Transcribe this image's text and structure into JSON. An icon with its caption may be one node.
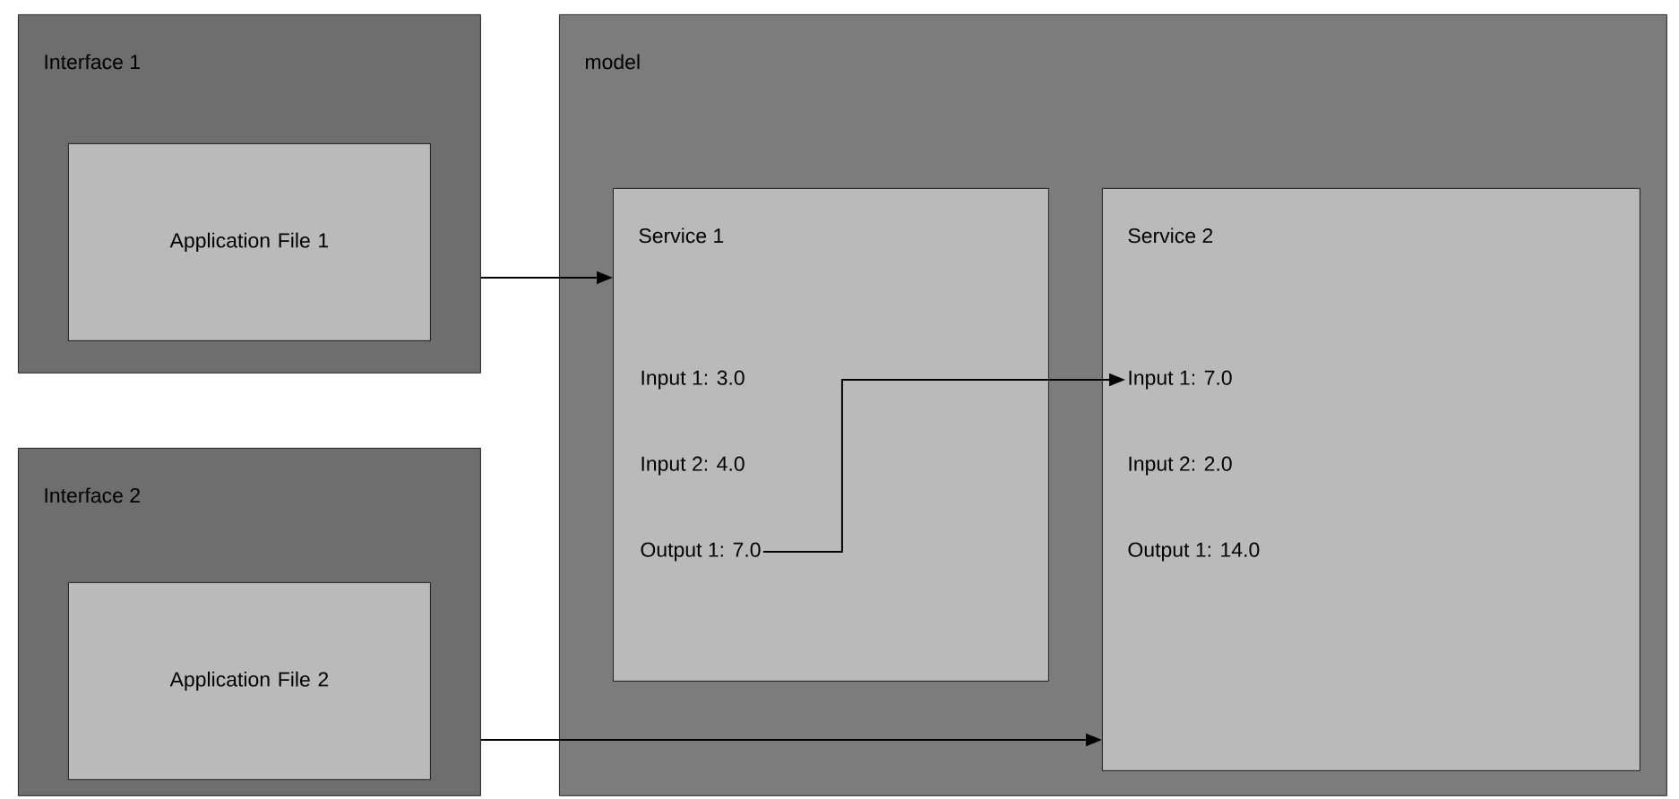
{
  "diagram": {
    "nodes": [
      {
        "text": [
          "Interface 1"
        ]
      },
      {
        "text": [
          "Application File 1"
        ],
        "in": 0
      },
      {
        "text": [
          "Interface 2"
        ]
      },
      {
        "text": [
          "Application File 2"
        ],
        "in": 2
      },
      {
        "text": [
          "model"
        ]
      },
      {
        "text": [
          "Service 1"
        ],
        "in": 4
      },
      {
        "text": [
          "Input 1:  3.0"
        ],
        "in": 5
      },
      {
        "text": [
          "Input 2:  4.0"
        ],
        "in": 5
      },
      {
        "text": [
          "Output 1:  7.0"
        ],
        "in": 5
      },
      {
        "text": [
          "Service 2"
        ],
        "in": 4
      },
      {
        "text": [
          "Input 1:  7.0"
        ],
        "in": 9
      },
      {
        "text": [
          "Input 2:  2.0"
        ],
        "in": 9
      },
      {
        "text": [
          "Output 1:  14.0"
        ],
        "in": 9
      }
    ],
    "edges": [
      {
        "from": 0,
        "to": 5,
        "arrow": "to"
      },
      {
        "from": 8,
        "to": 10,
        "arrow": "to"
      },
      {
        "from": 2,
        "to": 9,
        "arrow": "to"
      }
    ]
  }
}
